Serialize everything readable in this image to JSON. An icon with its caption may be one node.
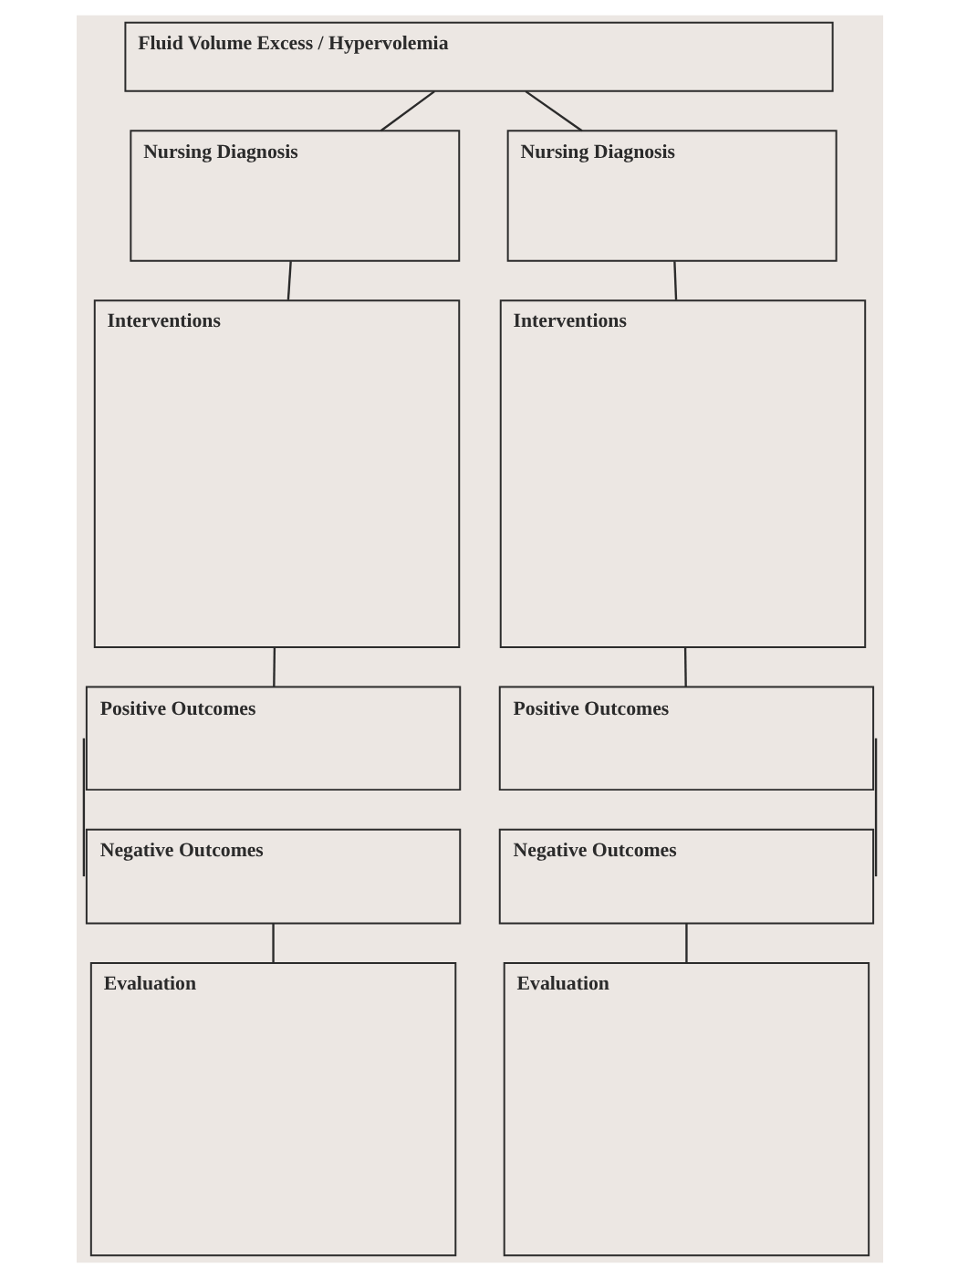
{
  "diagram": {
    "nodes": [
      {
        "text": [
          "Fluid Volume Excess / Hypervolemia"
        ]
      },
      {
        "text": [
          "Nursing Diagnosis"
        ]
      },
      {
        "text": [
          "Nursing Diagnosis"
        ]
      },
      {
        "text": [
          "Interventions"
        ]
      },
      {
        "text": [
          "Interventions"
        ]
      },
      {
        "text": [
          "Positive Outcomes"
        ]
      },
      {
        "text": [
          "Positive Outcomes"
        ]
      },
      {
        "text": [
          "Negative Outcomes"
        ]
      },
      {
        "text": [
          "Negative Outcomes"
        ]
      },
      {
        "text": [
          "Evaluation"
        ]
      },
      {
        "text": [
          "Evaluation"
        ]
      }
    ],
    "edges": [
      {
        "from": 0,
        "to": 1,
        "arrow": "none"
      },
      {
        "from": 0,
        "to": 2,
        "arrow": "none"
      },
      {
        "from": 1,
        "to": 3,
        "arrow": "none"
      },
      {
        "from": 2,
        "to": 4,
        "arrow": "none"
      },
      {
        "from": 3,
        "to": 5,
        "arrow": "none"
      },
      {
        "from": 4,
        "to": 6,
        "arrow": "none"
      },
      {
        "from": 5,
        "to": 7,
        "arrow": "none"
      },
      {
        "from": 6,
        "to": 8,
        "arrow": "none"
      },
      {
        "from": 7,
        "to": 9,
        "arrow": "none"
      },
      {
        "from": 8,
        "to": 10,
        "arrow": "none"
      }
    ]
  }
}
